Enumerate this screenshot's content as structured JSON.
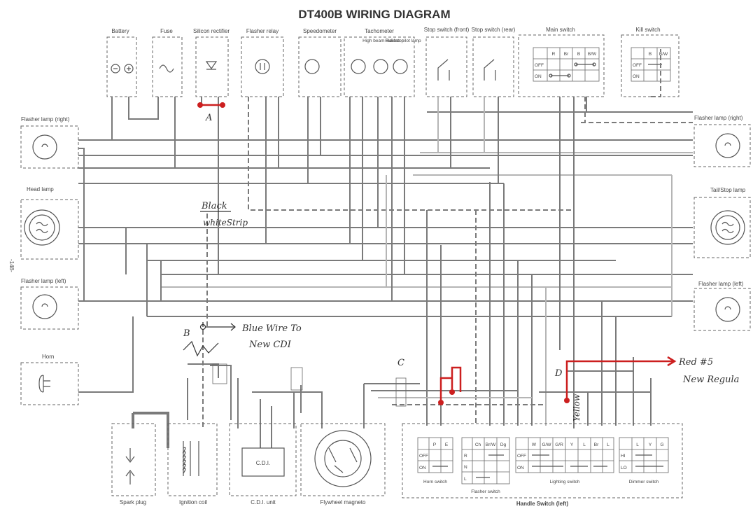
{
  "title": "DT400B WIRING DIAGRAM",
  "page_number": "-148-",
  "components": {
    "battery": "Battery",
    "fuse": "Fuse",
    "rectifier": "Silicon rectifier",
    "flasher_relay": "Flasher relay",
    "speedometer": "Speedometer",
    "tachometer": "Tachometer",
    "high_beam": "High beam indicator",
    "flasher_pilot": "Flasher pilot lamp",
    "stop_front": "Stop switch (front)",
    "stop_rear": "Stop switch (rear)",
    "main_switch": "Main switch",
    "kill_switch": "Kill switch",
    "flasher_right_l": "Flasher lamp (right)",
    "flasher_right_r": "Flasher lamp (right)",
    "head_lamp": "Head lamp",
    "tail_stop": "Tail/Stop lamp",
    "flasher_left_l": "Flasher lamp (left)",
    "flasher_left_r": "Flasher lamp (left)",
    "horn": "Horn",
    "spark_plug": "Spark plug",
    "ignition_coil": "Ignition coil",
    "cdi_unit": "C.D.I. unit",
    "cdi_inner": "C.D.I.",
    "magneto": "Flywheel magneto",
    "horn_switch": "Horn switch",
    "flasher_switch": "Flasher switch",
    "lighting_switch": "Lighting switch",
    "dimmer_switch": "Dimmer switch",
    "handle_switch": "Handle Switch (left)"
  },
  "tables": {
    "main_switch": {
      "cols": [
        "R",
        "Br",
        "B",
        "B/W"
      ],
      "rows": [
        "OFF",
        "ON"
      ]
    },
    "kill_switch": {
      "cols": [
        "B",
        "B/W"
      ],
      "rows": [
        "OFF",
        "ON"
      ]
    },
    "horn_switch": {
      "cols": [
        "P",
        "E"
      ],
      "rows": [
        "OFF",
        "ON"
      ]
    },
    "flasher_switch": {
      "cols": [
        "Ch",
        "Br/W",
        "Dg"
      ],
      "rows": [
        "R",
        "N",
        "L"
      ]
    },
    "lighting_switch": {
      "cols": [
        "W",
        "G/W",
        "G/R",
        "Y",
        "L",
        "Br",
        "L"
      ],
      "rows": [
        "OFF",
        "ON"
      ]
    },
    "dimmer_switch": {
      "cols": [
        "L",
        "Y",
        "G"
      ],
      "rows": [
        "HI",
        "LO"
      ]
    }
  },
  "annotations": {
    "a": "A",
    "b": "B",
    "c": "C",
    "d": "D",
    "black": "Black",
    "whitestrip": "whiteStrip",
    "blue_wire_1": "Blue Wire To",
    "blue_wire_2": "New CDI",
    "red5_1": "Red #5",
    "red5_2": "New Regula",
    "yellow": "Yellow"
  },
  "colors": {
    "wire": "#7a7a7a",
    "annotation_red": "#cc1f1f",
    "box": "#666666"
  }
}
